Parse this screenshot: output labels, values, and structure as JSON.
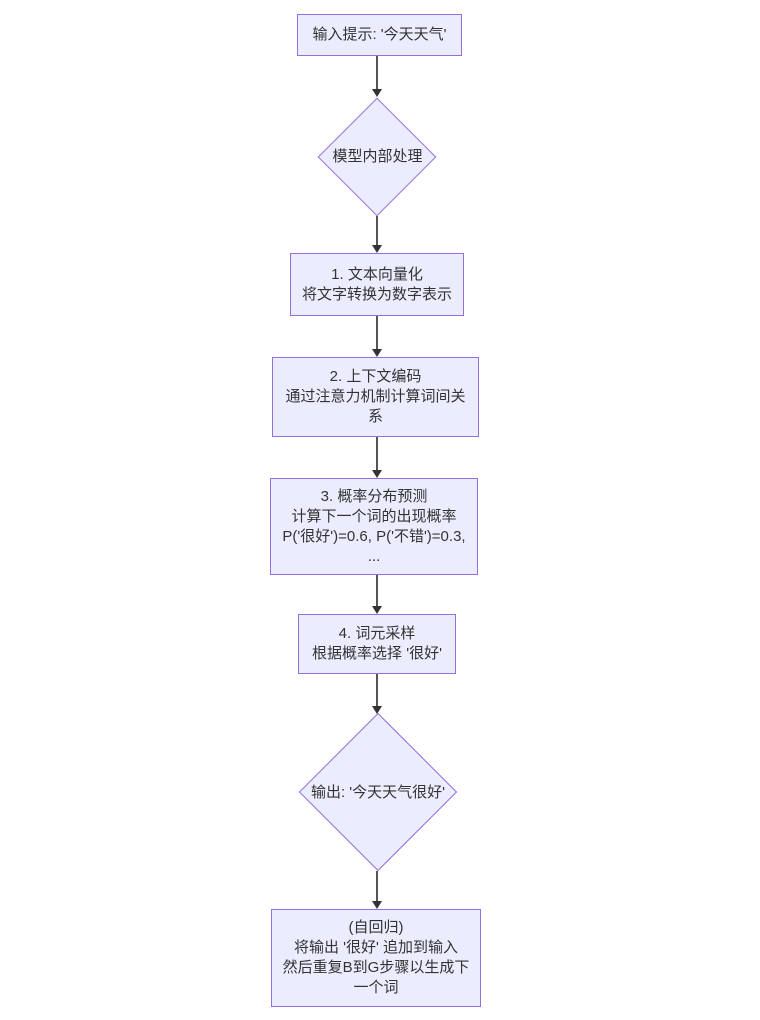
{
  "flowchart": {
    "background_color": "#ffffff",
    "node_fill_color": "#ECECFF",
    "node_border_color": "#9370DB",
    "text_color": "#333333",
    "arrow_line_color": "#555555",
    "arrow_head_color": "#333333",
    "nodes": [
      {
        "id": "input-prompt",
        "shape": "rect",
        "label": "输入提示: '今天天气'"
      },
      {
        "id": "model-processing",
        "shape": "diamond",
        "label": "模型内部处理"
      },
      {
        "id": "step1-vectorization",
        "shape": "rect",
        "label": "1. 文本向量化\n将文字转换为数字表示"
      },
      {
        "id": "step2-context-encoding",
        "shape": "rect",
        "label": "2. 上下文编码\n通过注意力机制计算词间关\n系"
      },
      {
        "id": "step3-probability-prediction",
        "shape": "rect",
        "label": "3. 概率分布预测\n计算下一个词的出现概率\nP('很好')=0.6, P('不错')=0.3,\n..."
      },
      {
        "id": "step4-token-sampling",
        "shape": "rect",
        "label": "4. 词元采样\n根据概率选择 '很好'"
      },
      {
        "id": "output",
        "shape": "diamond",
        "label": "输出: '今天天气很好'"
      },
      {
        "id": "autoregression",
        "shape": "rect",
        "label": "(自回归)\n将输出 '很好' 追加到输入\n然后重复B到G步骤以生成下\n一个词"
      }
    ],
    "edges": [
      {
        "from": "input-prompt",
        "to": "model-processing"
      },
      {
        "from": "model-processing",
        "to": "step1-vectorization"
      },
      {
        "from": "step1-vectorization",
        "to": "step2-context-encoding"
      },
      {
        "from": "step2-context-encoding",
        "to": "step3-probability-prediction"
      },
      {
        "from": "step3-probability-prediction",
        "to": "step4-token-sampling"
      },
      {
        "from": "step4-token-sampling",
        "to": "output"
      },
      {
        "from": "output",
        "to": "autoregression"
      }
    ]
  }
}
